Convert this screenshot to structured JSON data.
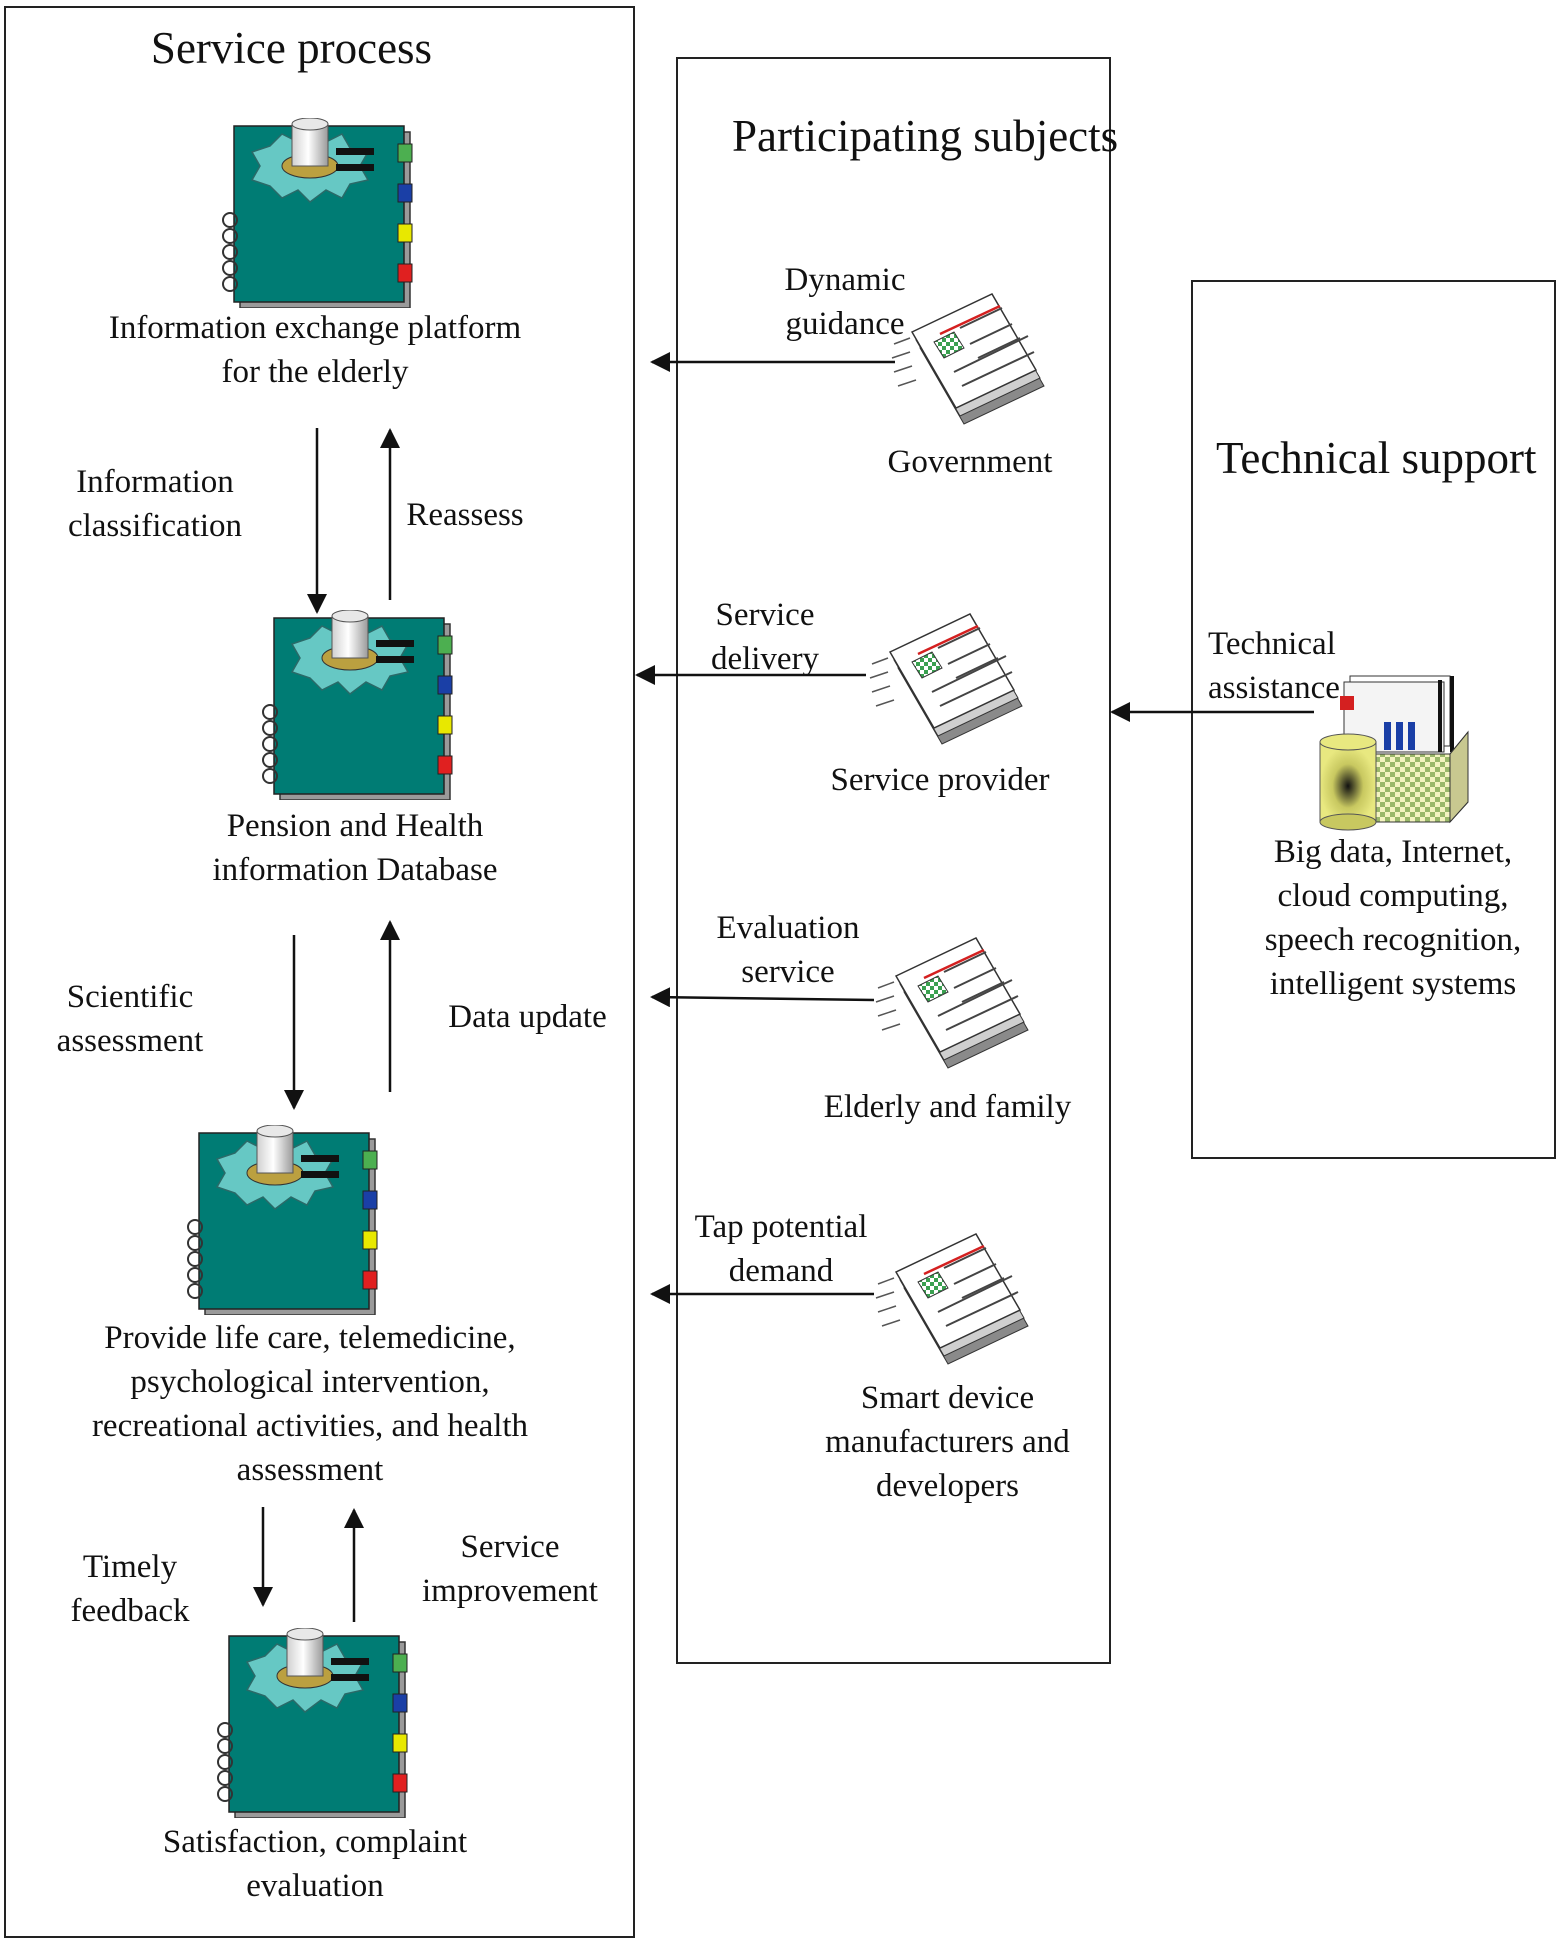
{
  "service_process": {
    "title": "Service process",
    "nodes": [
      {
        "icon": "database-module-icon",
        "label_lines": [
          "Information exchange platform",
          "for the elderly"
        ]
      },
      {
        "icon": "database-module-icon",
        "label_lines": [
          "Pension and Health",
          "information Database"
        ]
      },
      {
        "icon": "database-module-icon",
        "label_lines": [
          "Provide life care, telemedicine,",
          "psychological intervention,",
          "recreational activities, and health",
          "assessment"
        ]
      },
      {
        "icon": "database-module-icon",
        "label_lines": [
          "Satisfaction, complaint",
          "evaluation"
        ]
      }
    ],
    "flows": [
      {
        "down_label_lines": [
          "Information",
          "classification"
        ],
        "up_label_lines": [
          "Reassess"
        ]
      },
      {
        "down_label_lines": [
          "Scientific",
          "assessment"
        ],
        "up_label_lines": [
          "Data update"
        ]
      },
      {
        "down_label_lines": [
          "Timely",
          "feedback"
        ],
        "up_label_lines": [
          "Service",
          "improvement"
        ]
      }
    ]
  },
  "participating_subjects": {
    "title": "Participating subjects",
    "items": [
      {
        "icon": "newspaper-icon",
        "name_lines": [
          "Government"
        ],
        "action_lines": [
          "Dynamic",
          "guidance"
        ]
      },
      {
        "icon": "newspaper-icon",
        "name_lines": [
          "Service provider"
        ],
        "action_lines": [
          "Service",
          "delivery"
        ]
      },
      {
        "icon": "newspaper-icon",
        "name_lines": [
          "Elderly and family"
        ],
        "action_lines": [
          "Evaluation",
          "service"
        ]
      },
      {
        "icon": "newspaper-icon",
        "name_lines": [
          "Smart device",
          "manufacturers and",
          "developers"
        ],
        "action_lines": [
          "Tap potential",
          "demand"
        ]
      }
    ]
  },
  "technical_support": {
    "title": "Technical support",
    "icon": "data-storage-icon",
    "action_lines": [
      "Technical",
      "assistance"
    ],
    "content_lines": [
      "Big data, Internet,",
      "cloud computing,",
      "speech recognition,",
      "intelligent systems"
    ]
  },
  "colors": {
    "board": "#007c74",
    "gear": "#66c8c4",
    "tab_green": "#4caf50",
    "tab_blue": "#1a3fa6",
    "tab_yellow": "#e8e800",
    "tab_red": "#e02020",
    "accent_red": "#d42020",
    "cylinder": "#e8e880"
  }
}
